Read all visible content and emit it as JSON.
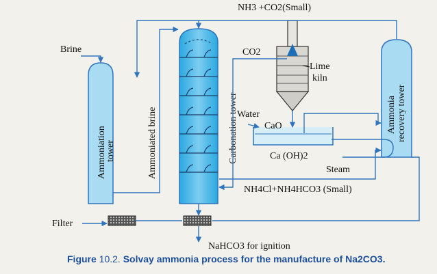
{
  "labels": {
    "top_products": "NH3 +CO2(Small)",
    "brine": "Brine",
    "ammoniation_tower": "Ammoniation tower",
    "ammoniation_tower_line1": "Ammoniation",
    "ammoniation_tower_line2": "tower",
    "ammoniated_brine": "Ammoniated brine",
    "carbonation_tower": "Carbonation tower",
    "co2": "CO2",
    "lime_kiln_line1": "Lime",
    "lime_kiln_line2": "kiln",
    "water": "Water",
    "cao": "CaO",
    "ca_oh2": "Ca (OH)2",
    "steam": "Steam",
    "ammonia_recovery_tower_line1": "Ammonia",
    "ammonia_recovery_tower_line2": "recovery tower",
    "nh4_salts": "NH4Cl+NH4HCO3 (Small)",
    "filter": "Filter",
    "nahco3": "NaHCO3 for ignition"
  },
  "caption": {
    "prefix": "Figure",
    "number": "10.2.",
    "text": "Solvay ammonia process for the manufacture of Na2CO3."
  },
  "colors": {
    "tower_fill": "#a9dbf2",
    "tower_fill_dark": "#3ab4e4",
    "line": "#2f74bd",
    "background": "#f3f1ec",
    "caption": "#1b4f9c"
  }
}
